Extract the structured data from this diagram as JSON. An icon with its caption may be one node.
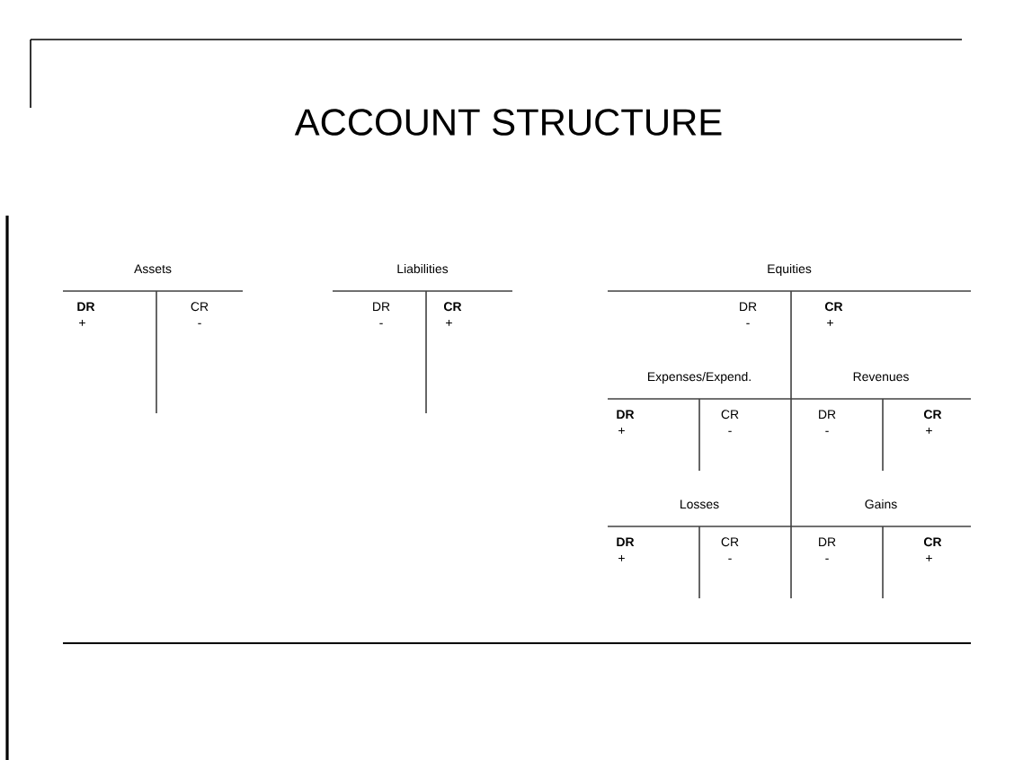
{
  "diagram": {
    "title": "ACCOUNT STRUCTURE",
    "nodes": [
      {
        "text": [
          "Assets",
          "DR",
          "+",
          "CR",
          "-"
        ]
      },
      {
        "text": [
          "Liabilities",
          "DR",
          "-",
          "CR",
          "+"
        ]
      },
      {
        "text": [
          "Equities",
          "DR",
          "-",
          "CR",
          "+"
        ]
      },
      {
        "text": [
          "Expenses/Expend.",
          "DR",
          "+",
          "CR",
          "-"
        ],
        "in": 2
      },
      {
        "text": [
          "Revenues",
          "DR",
          "-",
          "CR",
          "+"
        ],
        "in": 2
      },
      {
        "text": [
          "Losses",
          "DR",
          "+",
          "CR",
          "-"
        ],
        "in": 2
      },
      {
        "text": [
          "Gains",
          "DR",
          "-",
          "CR",
          "+"
        ],
        "in": 2
      }
    ]
  }
}
